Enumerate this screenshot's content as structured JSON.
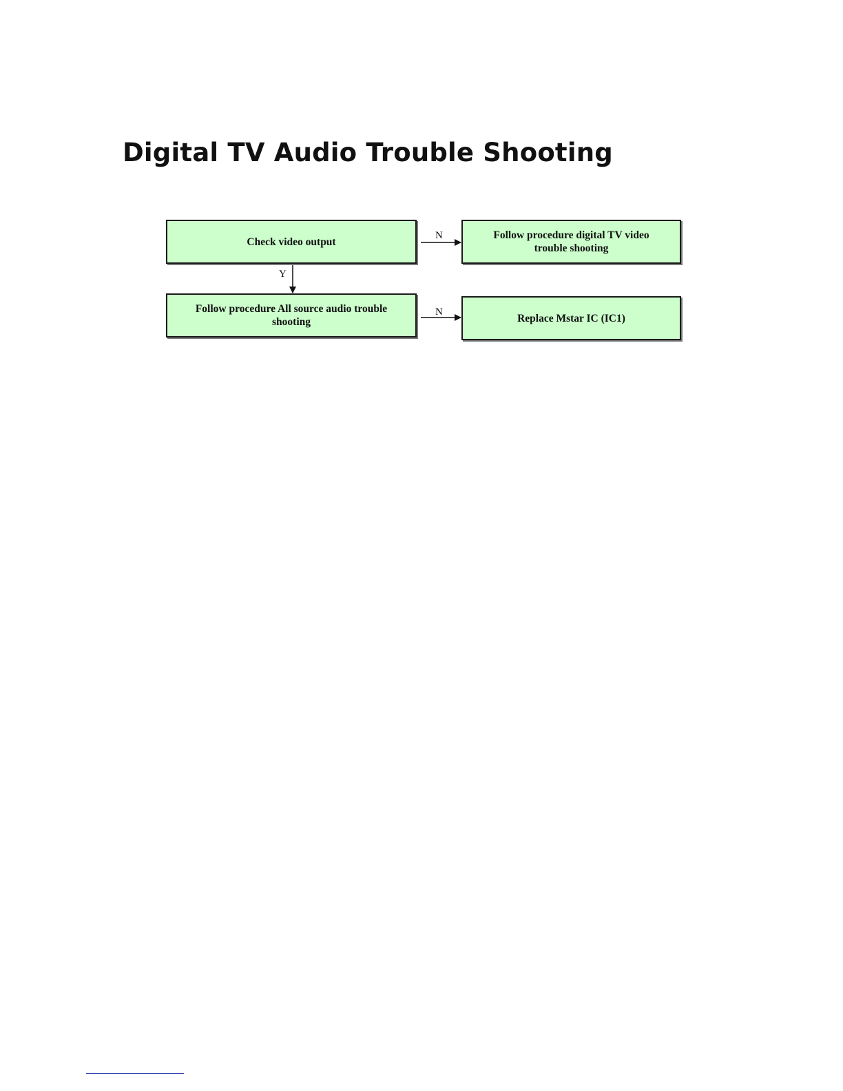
{
  "title": "Digital TV Audio Trouble Shooting",
  "flowchart": {
    "nodes": {
      "check_video": "Check video output",
      "video_trouble": "Follow procedure digital TV video trouble shooting",
      "audio_trouble": "Follow procedure All source audio trouble shooting",
      "replace_ic": "Replace Mstar IC (IC1)"
    },
    "edges": {
      "check_to_video": "N",
      "check_to_audio": "Y",
      "audio_to_replace": "N"
    }
  },
  "colors": {
    "box_fill": "#ccffcc",
    "box_border": "#1a1a1a",
    "footer_rule": "#3344aa"
  }
}
